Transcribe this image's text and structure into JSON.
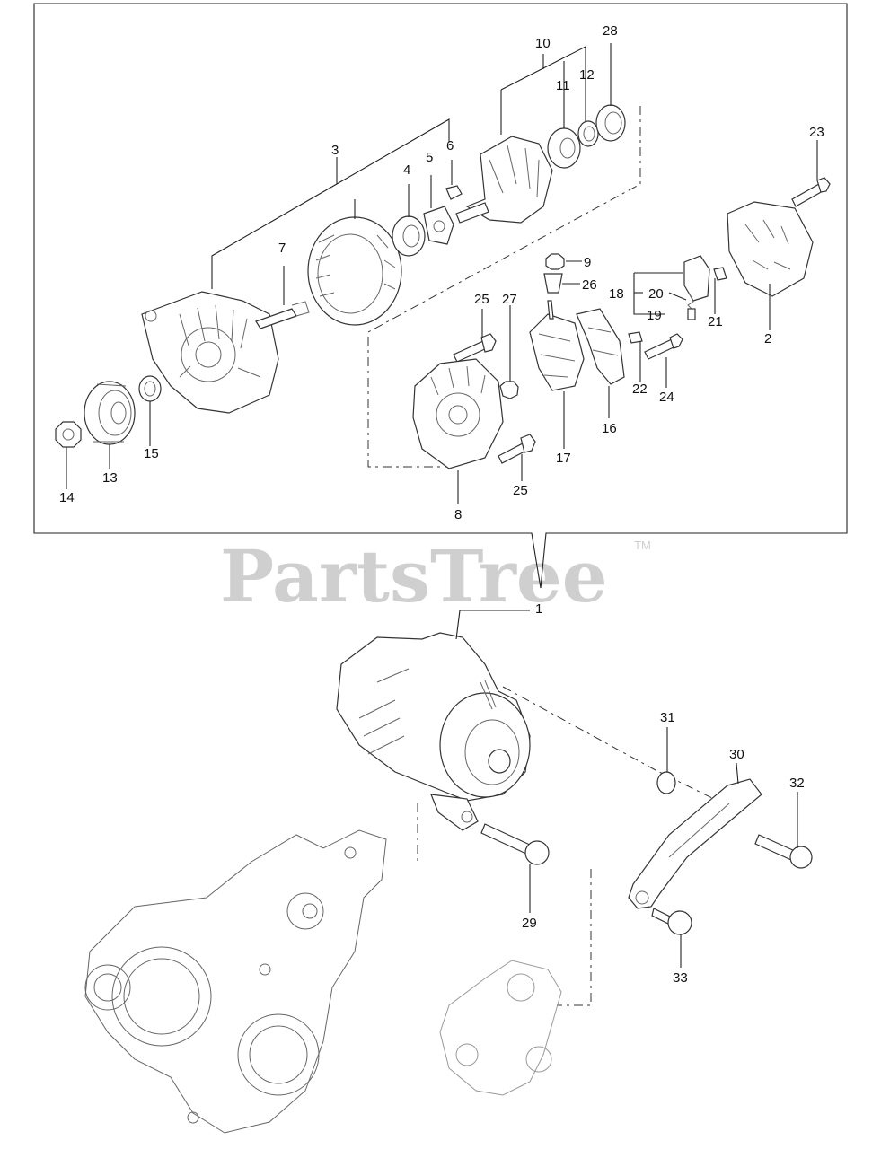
{
  "watermark": {
    "brand": "PartsTree",
    "trademark": "TM"
  },
  "callouts": [
    "1",
    "2",
    "3",
    "4",
    "5",
    "6",
    "7",
    "8",
    "9",
    "10",
    "11",
    "12",
    "13",
    "14",
    "15",
    "16",
    "17",
    "18",
    "19",
    "20",
    "21",
    "22",
    "23",
    "24",
    "25",
    "25",
    "26",
    "27",
    "28",
    "29",
    "30",
    "31",
    "32",
    "33"
  ]
}
